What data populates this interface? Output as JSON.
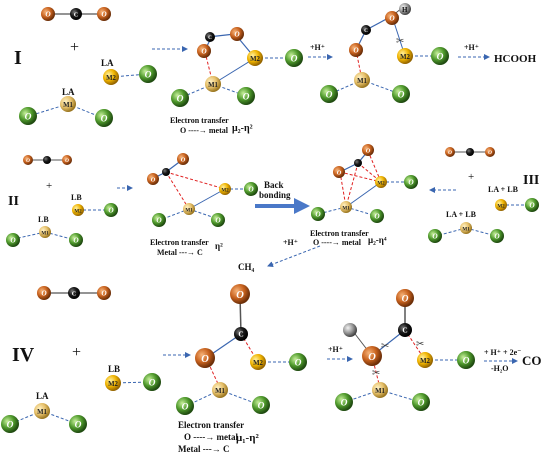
{
  "panels": {
    "I": {
      "roman": "I",
      "plus": "+",
      "la_left": "LA",
      "la_right": "LA",
      "m1": "M1",
      "m2": "M2",
      "o": "O",
      "c": "C",
      "h": "H",
      "h_plus_1": "+H⁺",
      "h_plus_2": "+H⁺",
      "product": "HCOOH",
      "electron_transfer": "Electron transfer",
      "et_line": "O ----→ metal",
      "mode": "μ₂-η²"
    },
    "II": {
      "roman": "II",
      "plus": "+",
      "lb_left": "LB",
      "lb_right": "LB",
      "electron_transfer": "Electron transfer",
      "et_line": "Metal ---→ C",
      "mode": "η²",
      "back_bonding": [
        "Back",
        "bonding"
      ]
    },
    "II_III_center": {
      "electron_transfer": "Electron transfer",
      "et_line": "O ----→ metal",
      "mode": "μ₂-η⁴",
      "h_plus": "+H⁺",
      "product": "CH₄"
    },
    "III": {
      "roman": "III",
      "plus": "+",
      "lalb_1": "LA + LB",
      "lalb_2": "LA + LB"
    },
    "IV": {
      "roman": "IV",
      "plus": "+",
      "lb": "LB",
      "la": "LA",
      "h_plus": "+H⁺",
      "electron_transfer": "Electron transfer",
      "et_line_1": "O ----→ metal",
      "et_line_2": "Metal ---→ C",
      "mode": "μ₁-η²",
      "reagents": "+ H⁺ +  2e⁻",
      "byproduct": "-H₂O",
      "product": "CO"
    }
  },
  "colors": {
    "oxygen": "#c8621e",
    "carbon": "#111111",
    "hydrogen": "#8c8c8c",
    "m1": "#e6c06a",
    "m2": "#f0b400",
    "ligand": "#4f9a2c",
    "arrow_red": "#e02020",
    "arrow_blue": "#3a66b0"
  }
}
